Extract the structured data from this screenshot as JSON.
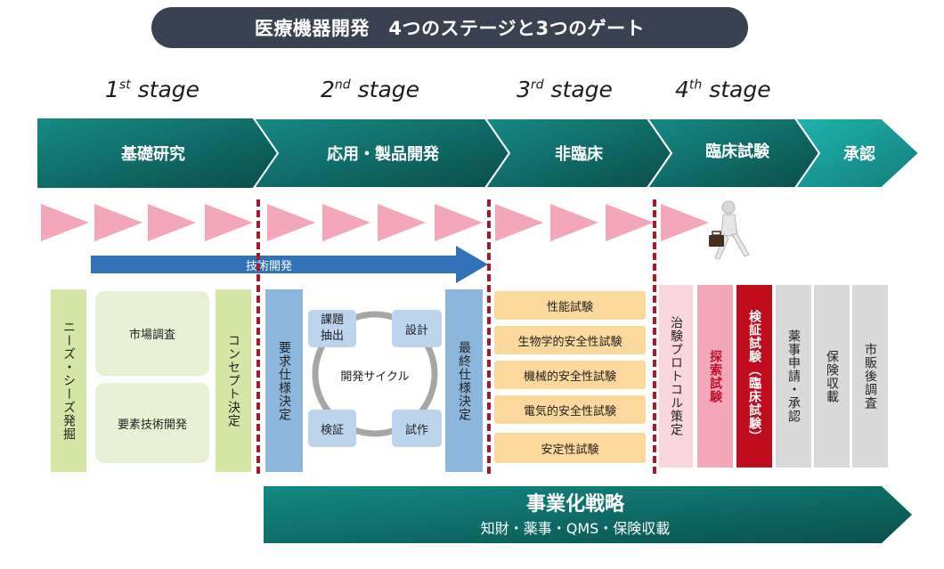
{
  "title": "医療機器開発　4つのステージと3つのゲート",
  "stages": [
    {
      "num": "1",
      "sup": "st",
      "word": "stage"
    },
    {
      "num": "2",
      "sup": "nd",
      "word": "stage"
    },
    {
      "num": "3",
      "sup": "rd",
      "word": "stage"
    },
    {
      "num": "4",
      "sup": "th",
      "word": "stage"
    }
  ],
  "chevrons": [
    "基礎研究",
    "応用・製品開発",
    "非臨床",
    "臨床試験",
    "承認"
  ],
  "tech_dev_label": "技術開発",
  "stage1": {
    "needs": "ニーズ・シーズ発掘",
    "market": "市場調査",
    "element_tech": "要素技術開発",
    "concept": "コンセプト決定"
  },
  "stage2": {
    "requirements": "要求仕様決定",
    "cycle_center": "開発サイクル",
    "cycle_items": [
      "課題\n抽出",
      "設計",
      "試作",
      "検証"
    ],
    "final_spec": "最終仕様決定"
  },
  "stage3": {
    "tests": [
      "性能試験",
      "生物学的安全性試験",
      "機械的安全性試験",
      "電気的安全性試験",
      "安定性試験"
    ]
  },
  "stage4": {
    "protocol": "治験プロトコル策定",
    "exploratory": "探索試験",
    "confirmatory": "検証試験（臨床試験）",
    "application": "薬事申請・承認",
    "insurance": "保険収載",
    "postmarket": "市販後調査"
  },
  "strategy": {
    "title": "事業化戦略",
    "subtitle": "知財・薬事・QMS・保険収載"
  },
  "colors": {
    "teal_dark": "#0d5a58",
    "teal_light": "#1aa8a2",
    "pink": "#f4a7b9",
    "blue": "#2f72b7",
    "green_light": "#d6e6a6",
    "green_pale": "#e9f1d4",
    "blue_box": "#8db6dc",
    "orange_box": "#fbd89b",
    "gate_red": "#a8172a"
  }
}
